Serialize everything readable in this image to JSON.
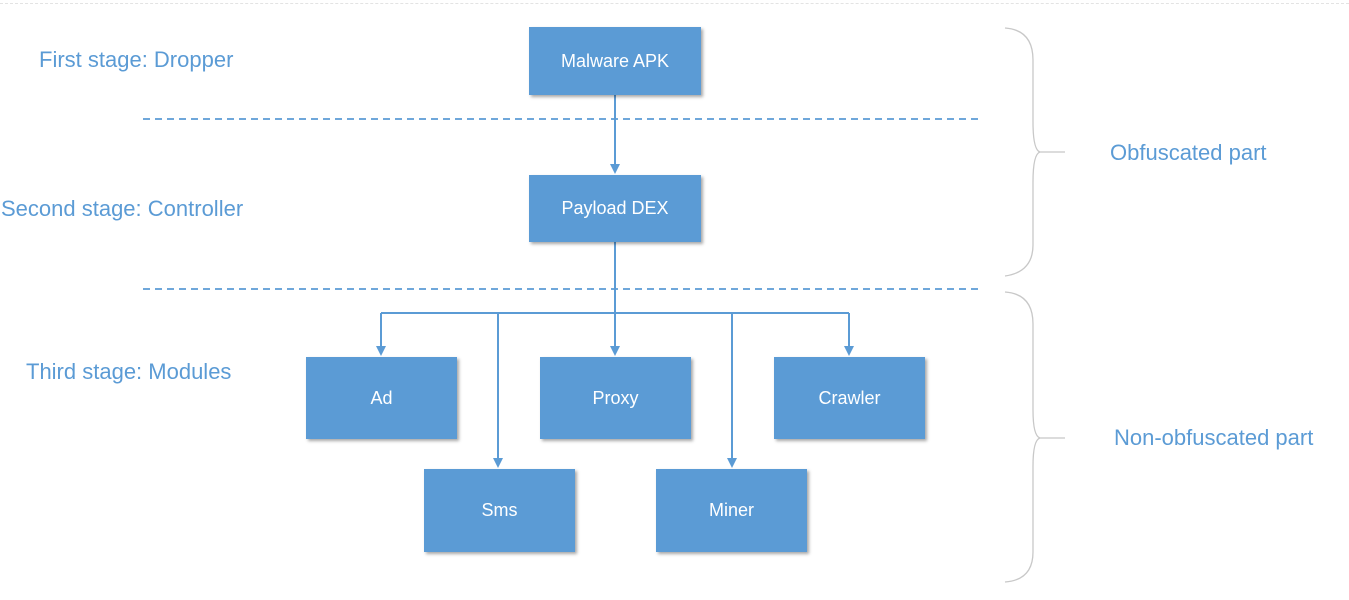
{
  "stages": {
    "first": "First stage: Dropper",
    "second": "Second stage: Controller",
    "third": "Third stage: Modules"
  },
  "parts": {
    "obfuscated": "Obfuscated part",
    "non_obfuscated": "Non-obfuscated part"
  },
  "nodes": {
    "malware_apk": "Malware APK",
    "payload_dex": "Payload DEX",
    "ad": "Ad",
    "proxy": "Proxy",
    "crawler": "Crawler",
    "sms": "Sms",
    "miner": "Miner"
  },
  "colors": {
    "accent": "#5b9bd5",
    "bracket": "#c8c8c8"
  }
}
